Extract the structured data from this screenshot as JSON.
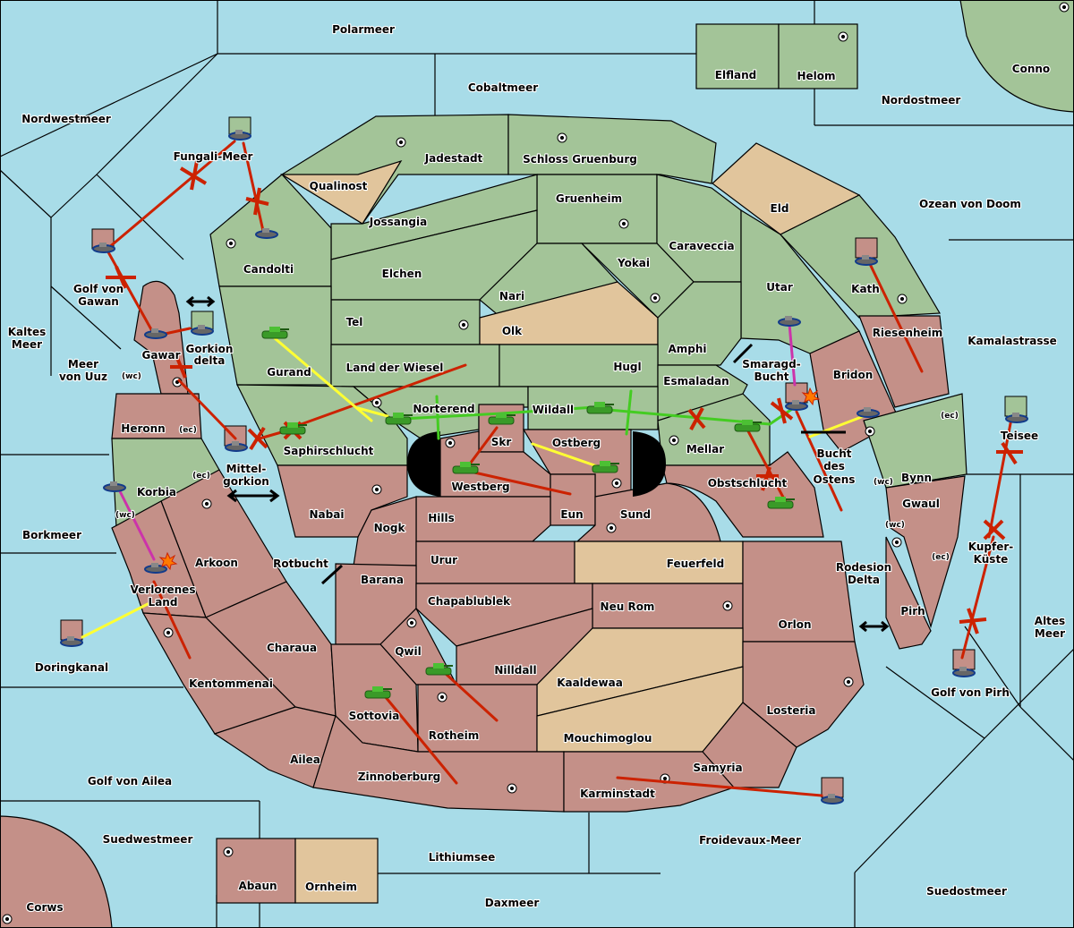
{
  "map": {
    "type": "Diplomacy adjudication map",
    "colors": {
      "sea": "#a8dce8",
      "green_power": "#a3c498",
      "red_power": "#c49088",
      "neutral": "#e1c59c",
      "order_move": "#cc2200",
      "order_support": "#ffff33",
      "order_convoy_or_retreat": "#cc33aa",
      "order_green": "#44cc22"
    },
    "seas": [
      {
        "name": "Polarmeer"
      },
      {
        "name": "Cobaltmeer"
      },
      {
        "name": "Nordwestmeer"
      },
      {
        "name": "Nordostmeer"
      },
      {
        "name": "Fungali-Meer"
      },
      {
        "name": "Golf von Gawan"
      },
      {
        "name": "Kaltes Meer"
      },
      {
        "name": "Meer von Uuz"
      },
      {
        "name": "Gorkion delta"
      },
      {
        "name": "Mittelgorkion"
      },
      {
        "name": "Borkmeer"
      },
      {
        "name": "Rotbucht"
      },
      {
        "name": "Doringkanal"
      },
      {
        "name": "Golf von Ailea"
      },
      {
        "name": "Suedwestmeer"
      },
      {
        "name": "Lithiumsee"
      },
      {
        "name": "Daxmeer"
      },
      {
        "name": "Froidevaux-Meer"
      },
      {
        "name": "Suedostmeer"
      },
      {
        "name": "Golf von Pirh"
      },
      {
        "name": "Altes Meer"
      },
      {
        "name": "Kupfer-Küste"
      },
      {
        "name": "Teisee"
      },
      {
        "name": "Kamalastrasse"
      },
      {
        "name": "Ozean von Doom"
      },
      {
        "name": "Smaragd-Bucht"
      },
      {
        "name": "Bucht des Ostens"
      },
      {
        "name": "Rodesion Delta"
      }
    ],
    "labels": {
      "polarmeer": "Polarmeer",
      "cobaltmeer": "Cobaltmeer",
      "nordwestmeer": "Nordwestmeer",
      "nordostmeer": "Nordostmeer",
      "fungali": "Fungali-Meer",
      "gawan1": "Golf von",
      "gawan2": "Gawan",
      "kaltes1": "Kaltes",
      "kaltes2": "Meer",
      "uuz1": "Meer",
      "uuz2": "von Uuz",
      "gorkion1": "Gorkion",
      "gorkion2": "delta",
      "mittel1": "Mittel-",
      "mittel2": "gorkion",
      "borkmeer": "Borkmeer",
      "rotbucht": "Rotbucht",
      "doringkanal": "Doringkanal",
      "ailea_golf": "Golf von Ailea",
      "suedwestmeer": "Suedwestmeer",
      "lithiumsee": "Lithiumsee",
      "daxmeer": "Daxmeer",
      "froidevaux": "Froidevaux-Meer",
      "suedostmeer": "Suedostmeer",
      "pirh_golf": "Golf von Pirh",
      "altes1": "Altes",
      "altes2": "Meer",
      "kupfer1": "Kupfer-",
      "kupfer2": "Küste",
      "teisee": "Teisee",
      "kamala": "Kamalastrasse",
      "doom": "Ozean von Doom",
      "smaragd1": "Smaragd-",
      "smaragd2": "Bucht",
      "bucht1": "Bucht",
      "bucht2": "des",
      "bucht3": "Ostens",
      "rodesion1": "Rodesion",
      "rodesion2": "Delta",
      "elfland": "Elfland",
      "helom": "Helom",
      "conno": "Conno",
      "jadestadt": "Jadestadt",
      "schloss": "Schloss Gruenburg",
      "qualinost": "Qualinost",
      "gruenheim": "Gruenheim",
      "eld": "Eld",
      "jossangia": "Jossangia",
      "caraveccia": "Caraveccia",
      "candolti": "Candolti",
      "yokai": "Yokai",
      "elchen": "Elchen",
      "utar": "Utar",
      "kath": "Kath",
      "nari": "Nari",
      "tel": "Tel",
      "olk": "Olk",
      "amphi": "Amphi",
      "riesenheim": "Riesenheim",
      "gurand": "Gurand",
      "landwiesel": "Land der Wiesel",
      "hugl": "Hugl",
      "esmaladan": "Esmaladan",
      "bridon": "Bridon",
      "gawar": "Gawar",
      "norterend": "Norterend",
      "wildall": "Wildall",
      "heronn": "Heronn",
      "skr": "Skr",
      "ostberg": "Ostberg",
      "mellar": "Mellar",
      "saphir": "Saphirschlucht",
      "westberg": "Westberg",
      "obstschlucht": "Obstschlucht",
      "bynn": "Bynn",
      "korbia": "Korbia",
      "nabai": "Nabai",
      "eun": "Eun",
      "sund": "Sund",
      "gwaul": "Gwaul",
      "hills": "Hills",
      "nogk": "Nogk",
      "arkoon": "Arkoon",
      "urur": "Urur",
      "feuerfeld": "Feuerfeld",
      "barana": "Barana",
      "pirh": "Pirh",
      "verlorenes1": "Verlorenes",
      "verlorenes2": "Land",
      "chapa": "Chapablublek",
      "neurom": "Neu Rom",
      "orlon": "Orlon",
      "charaua": "Charaua",
      "qwil": "Qwil",
      "nilldall": "Nilldall",
      "kaaldewaa": "Kaaldewaa",
      "kentommenai": "Kentommenai",
      "sottovia": "Sottovia",
      "rotheim": "Rotheim",
      "losteria": "Losteria",
      "mouchimoglou": "Mouchimoglou",
      "ailea": "Ailea",
      "samyria": "Samyria",
      "zinnoberburg": "Zinnoberburg",
      "karminstadt": "Karminstadt",
      "abaun": "Abaun",
      "ornheim": "Ornheim",
      "corws": "Corws",
      "wc": "(wc)",
      "ec": "(ec)"
    },
    "units": [
      {
        "type": "fleet",
        "owner": "green",
        "location": "Fungali-Meer",
        "dislodged": true
      },
      {
        "type": "fleet",
        "owner": "red",
        "location": "Golf von Gawan",
        "dislodged": true
      },
      {
        "type": "fleet",
        "owner": "green",
        "location": "Candolti"
      },
      {
        "type": "fleet",
        "owner": "red",
        "location": "Gawar"
      },
      {
        "type": "fleet",
        "owner": "green",
        "location": "Gorkion delta",
        "dislodged": true
      },
      {
        "type": "fleet",
        "owner": "red",
        "location": "Mittelgorkion",
        "dislodged": true
      },
      {
        "type": "army",
        "owner": "green",
        "location": "Gurand"
      },
      {
        "type": "army",
        "owner": "green",
        "location": "Saphirschlucht",
        "destroyed": true
      },
      {
        "type": "army",
        "owner": "green",
        "location": "Norterend"
      },
      {
        "type": "army",
        "owner": "green",
        "location": "Skr"
      },
      {
        "type": "army",
        "owner": "green",
        "location": "Wildall"
      },
      {
        "type": "army",
        "owner": "green",
        "location": "Westberg"
      },
      {
        "type": "army",
        "owner": "green",
        "location": "Ostberg"
      },
      {
        "type": "army",
        "owner": "green",
        "location": "Mellar"
      },
      {
        "type": "army",
        "owner": "green",
        "location": "Obstschlucht"
      },
      {
        "type": "fleet",
        "owner": "green",
        "location": "Korbia"
      },
      {
        "type": "fleet",
        "owner": "green",
        "location": "Verlorenes Land"
      },
      {
        "type": "fleet",
        "owner": "red",
        "location": "Doringkanal",
        "dislodged": true
      },
      {
        "type": "army",
        "owner": "green",
        "location": "Qwil"
      },
      {
        "type": "army",
        "owner": "green",
        "location": "Sottovia"
      },
      {
        "type": "fleet",
        "owner": "green",
        "location": "Utar"
      },
      {
        "type": "fleet",
        "owner": "red",
        "location": "Kath",
        "dislodged": true
      },
      {
        "type": "fleet",
        "owner": "red",
        "location": "Bucht des Ostens",
        "dislodged": true
      },
      {
        "type": "fleet",
        "owner": "green",
        "location": "Bridon"
      },
      {
        "type": "fleet",
        "owner": "green",
        "location": "Teisee",
        "dislodged": true
      },
      {
        "type": "fleet",
        "owner": "red",
        "location": "Golf von Pirh",
        "dislodged": true
      },
      {
        "type": "fleet",
        "owner": "red",
        "location": "Froidevaux-Meer",
        "dislodged": true
      }
    ],
    "supply_center_markers": [
      "Helom",
      "Conno",
      "Jadestadt",
      "Schloss Gruenburg",
      "Gruenheim",
      "Yokai",
      "Candolti",
      "Tel",
      "Kath",
      "Gawar",
      "Norterend",
      "Westberg",
      "Ostberg",
      "Mellar",
      "Bridon",
      "Korbia",
      "Nabai",
      "Sund",
      "Gwaul",
      "Neu Rom",
      "Qwil",
      "Rotheim",
      "Verlorenes Land",
      "Losteria",
      "Zinnoberburg",
      "Karminstadt",
      "Abaun",
      "Corws"
    ]
  }
}
